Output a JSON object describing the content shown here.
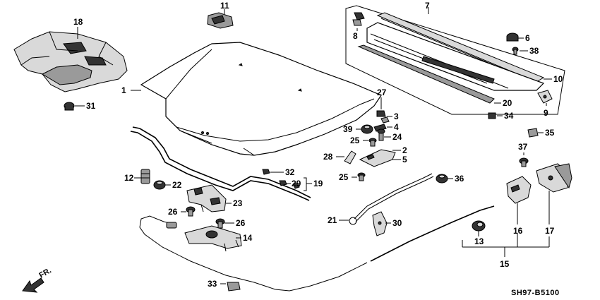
{
  "diagram_code": "SH97-B5100",
  "orientation_label": "FR.",
  "callouts": {
    "c1": "1",
    "c2": "2",
    "c3": "3",
    "c4": "4",
    "c5": "5",
    "c6": "6",
    "c7": "7",
    "c8": "8",
    "c9": "9",
    "c10": "10",
    "c11": "11",
    "c12": "12",
    "c13": "13",
    "c14": "14",
    "c15": "15",
    "c16": "16",
    "c17": "17",
    "c18": "18",
    "c19": "19",
    "c20": "20",
    "c21": "21",
    "c22": "22",
    "c23": "23",
    "c24": "24",
    "c25a": "25",
    "c25b": "25",
    "c26a": "26",
    "c26b": "26",
    "c27": "27",
    "c28": "28",
    "c29": "29",
    "c30": "30",
    "c31": "31",
    "c32": "32",
    "c33": "33",
    "c34": "34",
    "c35": "35",
    "c36": "36",
    "c37": "37",
    "c38": "38",
    "c39": "39"
  }
}
